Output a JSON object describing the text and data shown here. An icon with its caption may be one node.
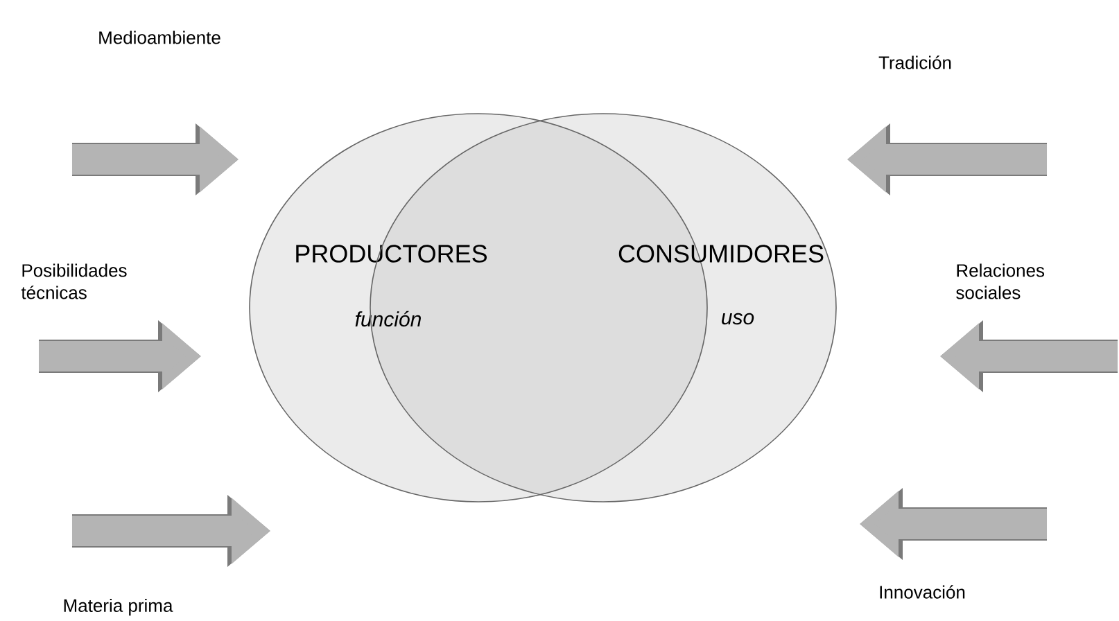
{
  "diagram": {
    "nodes": [
      {
        "text": [
          "PRODUCTORES",
          "función"
        ]
      },
      {
        "text": [
          "CONSUMIDORES",
          "uso"
        ]
      }
    ],
    "labels": [
      "Medioambiente",
      "Tradición",
      "Posibilidades técnicas",
      "Relaciones sociales",
      "Materia prima",
      "Innovación"
    ]
  }
}
